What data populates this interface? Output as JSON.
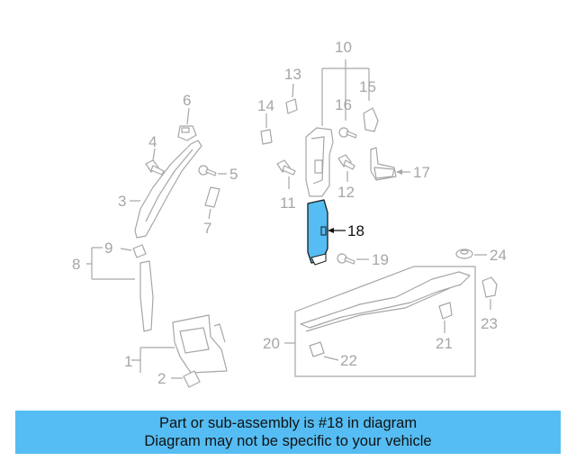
{
  "diagram": {
    "highlight_color": "#55bdf3",
    "highlighted_part": "18",
    "callouts": {
      "c1": "1",
      "c2": "2",
      "c3": "3",
      "c4": "4",
      "c5": "5",
      "c6": "6",
      "c7": "7",
      "c8": "8",
      "c9": "9",
      "c10": "10",
      "c11": "11",
      "c12": "12",
      "c13": "13",
      "c14": "14",
      "c15": "15",
      "c16": "16",
      "c17": "17",
      "c18": "18",
      "c19": "19",
      "c20": "20",
      "c21": "21",
      "c22": "22",
      "c23": "23",
      "c24": "24"
    }
  },
  "banner": {
    "line1": "Part or sub-assembly is #18 in diagram",
    "line2": "Diagram may not be specific to your vehicle"
  }
}
